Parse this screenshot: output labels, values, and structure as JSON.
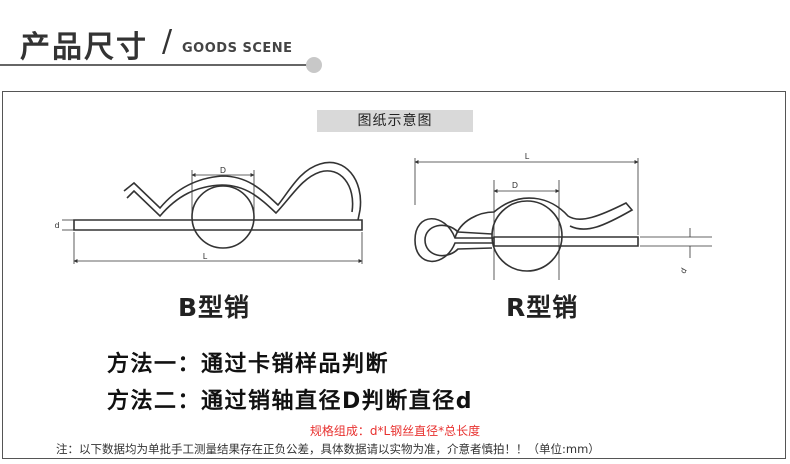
{
  "header": {
    "title": "产品尺寸",
    "slash": "/",
    "subtitle": "GOODS SCENE"
  },
  "diagram_label": "图纸示意图",
  "b_pin": {
    "dim_d_upper": "D",
    "dim_d_lower": "d",
    "dim_l": "L",
    "name": "B型销"
  },
  "r_pin": {
    "dim_l": "L",
    "dim_d_upper": "D",
    "dim_d_lower": "d",
    "name": "R型销"
  },
  "methods": [
    "方法一：通过卡销样品判断",
    "方法二：通过销轴直径D判断直径d"
  ],
  "spec_note": "规格组成：d*L钢丝直径*总长度",
  "footer_note": "注：以下数据均为单批手工测量结果存在正负公差，具体数据请以实物为准，介意者慎拍！！（单位:mm）",
  "colors": {
    "accent_red": "#e8312f",
    "label_bg": "#d9d9d9",
    "header_dot": "#c8c8c8"
  }
}
